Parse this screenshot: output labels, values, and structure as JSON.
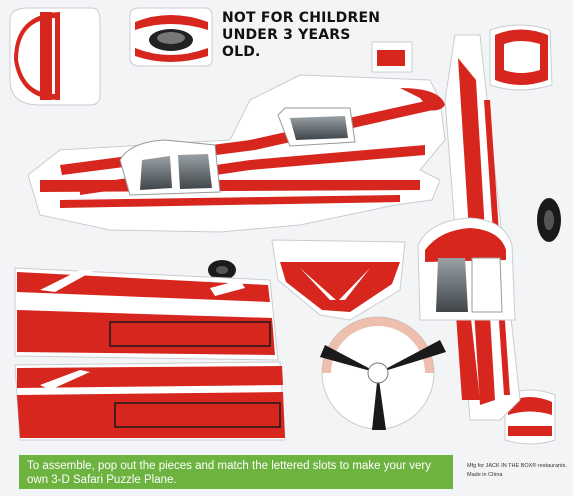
{
  "warning": {
    "line1": "NOT FOR CHILDREN",
    "line2": "UNDER 3 YEARS OLD."
  },
  "instructions": {
    "line1": "To assemble, pop out the pieces and match the lettered slots to make your very",
    "line2": "own 3-D Safari Puzzle Plane."
  },
  "manufacturer": {
    "line1": "Mfg for JACK IN THE BOX® restaurants.",
    "line2": "Made in China"
  },
  "colors": {
    "primary_red": "#d7261e",
    "panel_white": "#ffffff",
    "background": "#f3f4f6",
    "banner_green": "#6db33f",
    "window_gray": "#5e6468"
  }
}
